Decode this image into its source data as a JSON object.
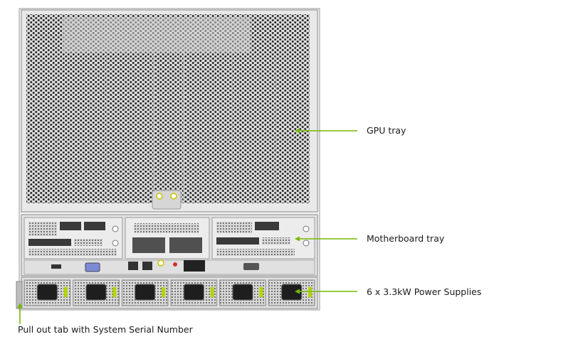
{
  "callouts": {
    "gpu_tray": "GPU tray",
    "motherboard_tray": "Motherboard tray",
    "power_supplies": "6 x 3.3kW Power Supplies",
    "pull_out_tab": "Pull out tab with System Serial Number"
  },
  "colors": {
    "callout_green": "#76b900",
    "chassis_frame": "#c8c8c8",
    "mesh_dark": "#2b2b2b",
    "chassis_face": "#e6e6e6"
  },
  "power_supply_count": 6
}
